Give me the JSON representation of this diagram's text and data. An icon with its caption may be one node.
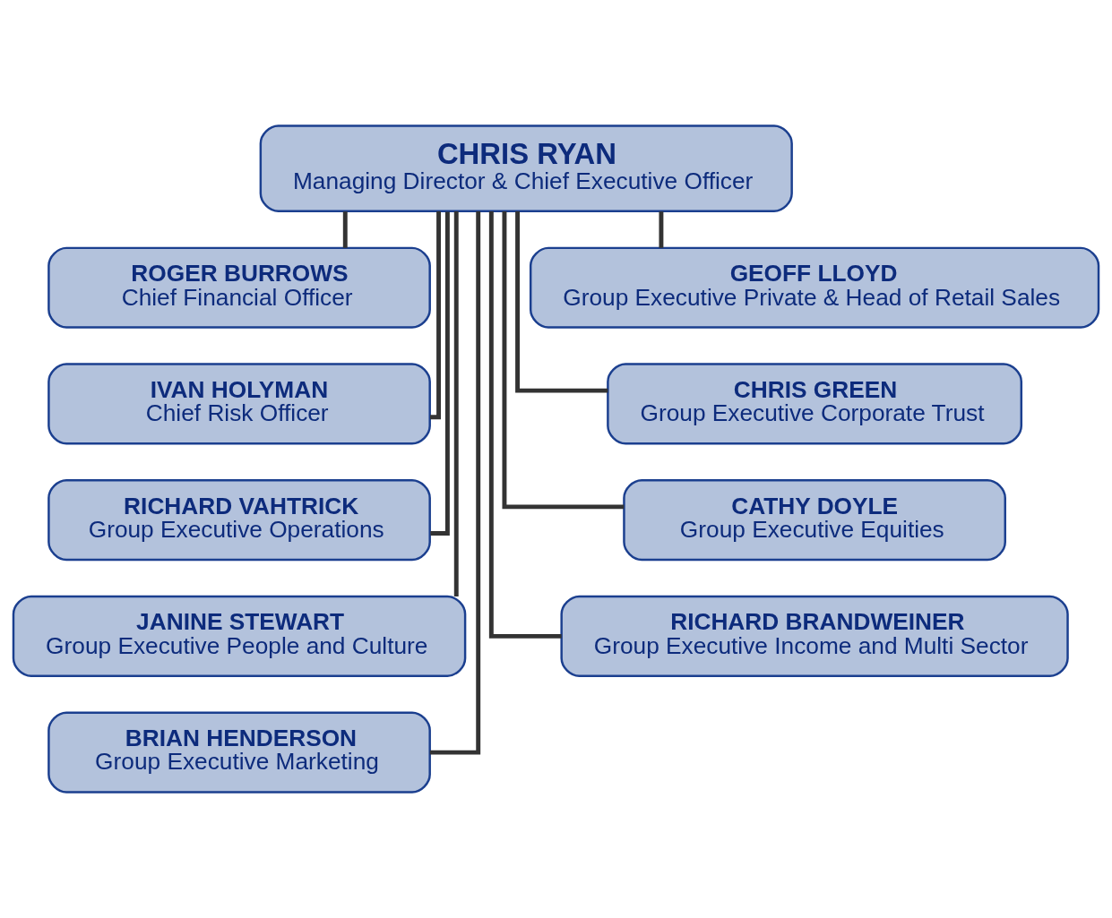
{
  "diagram": {
    "nodes": [
      {
        "text": [
          "CHRIS RYAN",
          "Managing Director & Chief Executive Officer"
        ]
      },
      {
        "text": [
          "ROGER BURROWS",
          "Chief Financial Officer"
        ]
      },
      {
        "text": [
          "GEOFF LLOYD",
          "Group Executive Private & Head of Retail Sales"
        ]
      },
      {
        "text": [
          "IVAN HOLYMAN",
          "Chief Risk Officer"
        ]
      },
      {
        "text": [
          "CHRIS GREEN",
          "Group Executive Corporate Trust"
        ]
      },
      {
        "text": [
          "RICHARD VAHTRICK",
          "Group Executive Operations"
        ]
      },
      {
        "text": [
          "CATHY DOYLE",
          "Group Executive Equities"
        ]
      },
      {
        "text": [
          "JANINE STEWART",
          "Group Executive People and Culture"
        ]
      },
      {
        "text": [
          "RICHARD BRANDWEINER",
          "Group Executive Income and Multi Sector"
        ]
      },
      {
        "text": [
          "BRIAN HENDERSON",
          "Group Executive Marketing"
        ]
      }
    ],
    "edges": [
      {
        "from": 0,
        "to": 1,
        "arrow": "none"
      },
      {
        "from": 0,
        "to": 2,
        "arrow": "none"
      },
      {
        "from": 0,
        "to": 3,
        "arrow": "none"
      },
      {
        "from": 0,
        "to": 4,
        "arrow": "none"
      },
      {
        "from": 0,
        "to": 5,
        "arrow": "none"
      },
      {
        "from": 0,
        "to": 6,
        "arrow": "none"
      },
      {
        "from": 0,
        "to": 7,
        "arrow": "none"
      },
      {
        "from": 0,
        "to": 8,
        "arrow": "none"
      },
      {
        "from": 0,
        "to": 9,
        "arrow": "none"
      }
    ]
  }
}
